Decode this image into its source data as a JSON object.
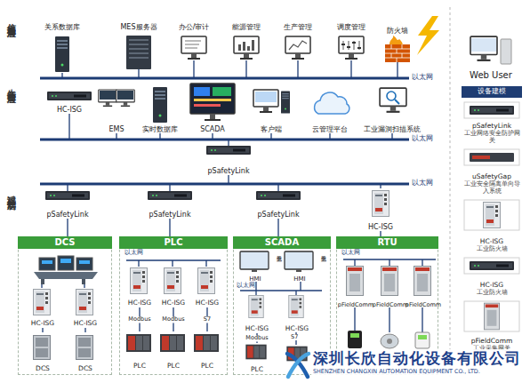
{
  "diagram": {
    "nodes": [
      {
        "text": [
          "关系数据库"
        ]
      },
      {
        "text": [
          "MES服务器"
        ]
      },
      {
        "text": [
          "办公/审计"
        ]
      },
      {
        "text": [
          "能源管理"
        ]
      },
      {
        "text": [
          "生产管理"
        ]
      },
      {
        "text": [
          "调度管理"
        ]
      },
      {
        "text": [
          "防火墙"
        ]
      },
      {
        "text": [
          "HC-ISG"
        ]
      },
      {
        "text": [
          "EMS"
        ]
      },
      {
        "text": [
          "实时数据库"
        ]
      },
      {
        "text": [
          "SCADA"
        ]
      },
      {
        "text": [
          "客户端"
        ]
      },
      {
        "text": [
          "云管理平台"
        ]
      },
      {
        "text": [
          "工业漏洞扫描系统"
        ]
      },
      {
        "text": [
          "pSafetyLink"
        ]
      },
      {
        "text": [
          "pSafetyLink"
        ]
      },
      {
        "text": [
          "pSafetyLink"
        ]
      },
      {
        "text": [
          "pSafetyLink"
        ]
      },
      {
        "text": [
          "HC-ISG"
        ]
      },
      {
        "text": [
          "DCS"
        ]
      },
      {
        "text": [
          "PLC"
        ]
      },
      {
        "text": [
          "SCADA"
        ]
      },
      {
        "text": [
          "RTU"
        ]
      },
      {
        "text": [
          "HC-ISG"
        ],
        "in": 19
      },
      {
        "text": [
          "HC-ISG"
        ],
        "in": 19
      },
      {
        "text": [
          "DCS"
        ],
        "in": 19
      },
      {
        "text": [
          "DCS"
        ],
        "in": 19
      },
      {
        "text": [
          "HC-ISG"
        ],
        "in": 20
      },
      {
        "text": [
          "HC-ISG"
        ],
        "in": 20
      },
      {
        "text": [
          "HC-ISG"
        ],
        "in": 20
      },
      {
        "text": [
          "PLC"
        ],
        "in": 20
      },
      {
        "text": [
          "PLC"
        ],
        "in": 20
      },
      {
        "text": [
          "PLC"
        ],
        "in": 20
      },
      {
        "text": [
          "主机卫士",
          "HMI"
        ],
        "in": 21
      },
      {
        "text": [
          "主机卫士",
          "HMI"
        ],
        "in": 21
      },
      {
        "text": [
          "HC-ISG"
        ],
        "in": 21
      },
      {
        "text": [
          "HC-ISG"
        ],
        "in": 21
      },
      {
        "text": [
          "PLC"
        ],
        "in": 21
      },
      {
        "text": [
          "pFieldComm"
        ],
        "in": 22
      },
      {
        "text": [
          "pFieldComm"
        ],
        "in": 22
      },
      {
        "text": [
          "pFieldComm"
        ],
        "in": 22
      },
      {
        "text": [
          "Web User"
        ]
      },
      {
        "text": [
          "设备建模"
        ]
      },
      {
        "text": [
          "pSafetyLink",
          "工业网络安全防护网关"
        ]
      },
      {
        "text": [
          "uSafetyGap",
          "工业安全隔离单向导入系统"
        ]
      },
      {
        "text": [
          "HC-ISG",
          "工业防火墙"
        ]
      },
      {
        "text": [
          "HC-ISG",
          "工业防火墙"
        ]
      },
      {
        "text": [
          "pFieldComm",
          "工业采集网关"
        ]
      }
    ],
    "edges": [
      {
        "from": 15,
        "to": 19,
        "arrow": "none"
      },
      {
        "from": 16,
        "to": 20,
        "arrow": "none"
      },
      {
        "from": 17,
        "to": 21,
        "arrow": "none"
      },
      {
        "from": 18,
        "to": 22,
        "arrow": "none"
      },
      {
        "from": 23,
        "to": 25,
        "arrow": "none"
      },
      {
        "from": 24,
        "to": 26,
        "arrow": "none"
      },
      {
        "from": 27,
        "to": 30,
        "label": "Modbus",
        "arrow": "none"
      },
      {
        "from": 28,
        "to": 31,
        "label": "Modbus",
        "arrow": "none"
      },
      {
        "from": 29,
        "to": 32,
        "label": "S7",
        "arrow": "none"
      },
      {
        "from": 35,
        "to": 37,
        "label": "Modbus",
        "arrow": "none"
      }
    ],
    "labels": [
      "信息管理层",
      "生产管理层",
      "过程控制层",
      "以太网",
      "以太网",
      "以太网",
      "以太网",
      "以太网",
      "以太网",
      "S7",
      "深圳长欣自动化设备有限公司",
      "SHENZHEN CHANGXIN AUTOMATION EQUIPMENT CO., LTD."
    ]
  }
}
